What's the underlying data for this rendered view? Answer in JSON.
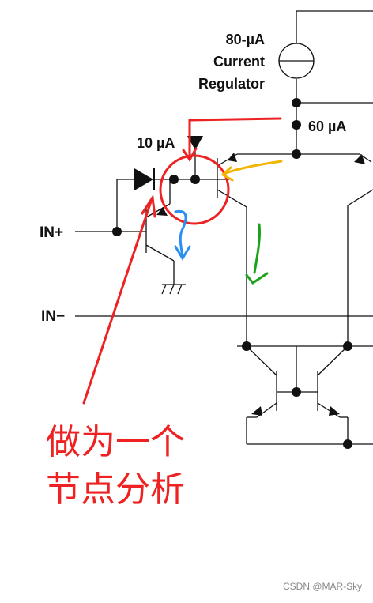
{
  "labels": {
    "regulator_line1": "80-µA",
    "regulator_line2": "Current",
    "regulator_line3": "Regulator",
    "current_60": "60 µA",
    "current_10": "10 µA",
    "in_plus": "IN+",
    "in_minus": "IN−"
  },
  "annotation": {
    "line1": "做为一个",
    "line2": "节点分析"
  },
  "watermark": "CSDN @MAR-Sky",
  "colors": {
    "wire": "#111111",
    "red_annotation": "#ee2222",
    "orange_arrow": "#f2b600",
    "blue_arrow": "#2a8ff0",
    "green_arrow": "#1aa31a"
  }
}
